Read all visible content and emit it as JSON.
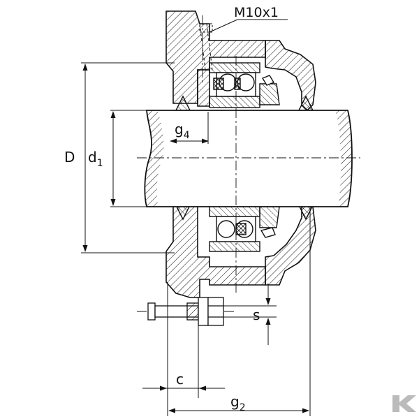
{
  "labels": {
    "thread": "M10x1",
    "D": "D",
    "d1": "d",
    "d1_sub": "1",
    "g4": "g",
    "g4_sub": "4",
    "s": "s",
    "c": "c",
    "g2": "g",
    "g2_sub": "2"
  },
  "logo": {
    "icon": "k-brand-mark",
    "color": "#bbbbbb"
  },
  "colors": {
    "line": "#111111",
    "hatch": "#111111",
    "background": "#ffffff"
  }
}
